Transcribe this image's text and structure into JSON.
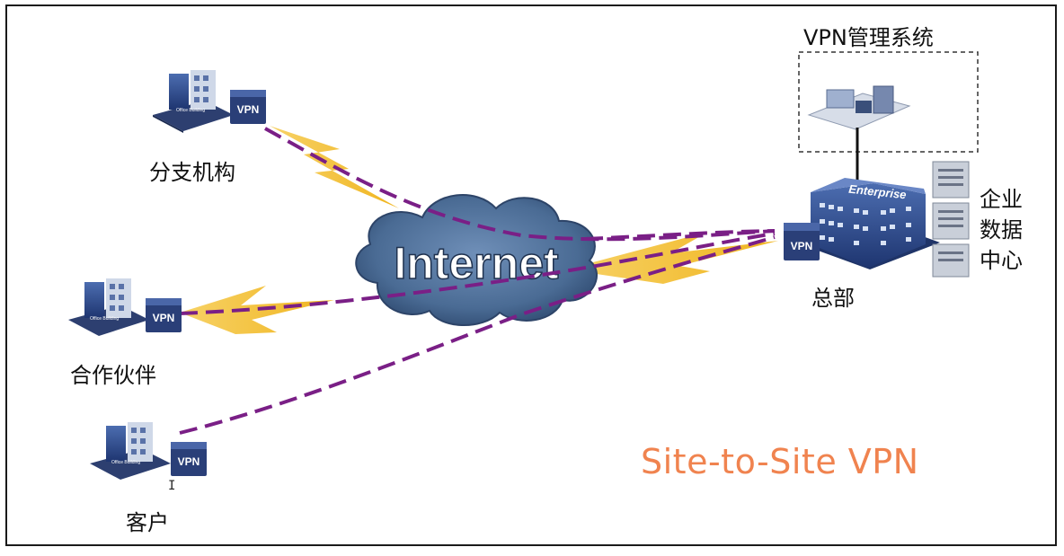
{
  "labels": {
    "branch": "分支机构",
    "partner": "合作伙伴",
    "customer": "客户",
    "hq": "总部",
    "vpn_mgmt": "VPN管理系统",
    "datacenter": [
      "企业",
      "数据",
      "中心"
    ],
    "internet": "Internet",
    "title": "Site-to-Site VPN"
  },
  "device_text": {
    "vpn": "VPN",
    "office": "Office Building",
    "enterprise": "Enterprise"
  },
  "colors": {
    "tunnel": "#7a1f86",
    "lightning": "#f5c232",
    "cloud": "#4a6b94",
    "title": "#f0834f",
    "building": "#2d4a8a"
  }
}
